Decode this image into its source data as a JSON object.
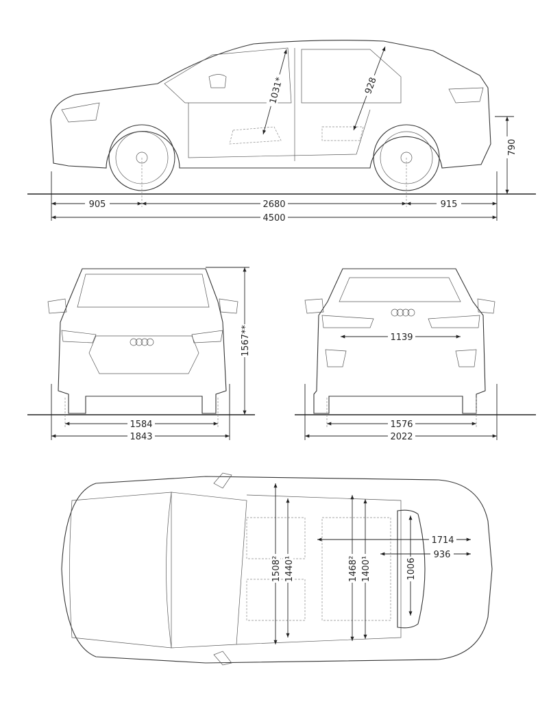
{
  "side_view": {
    "front_overhang": "905",
    "wheelbase": "2680",
    "rear_overhang": "915",
    "length": "4500",
    "load_sill_height": "790",
    "front_headroom": "1031*",
    "rear_headroom": "928"
  },
  "front_view": {
    "height": "1567**",
    "front_track": "1584",
    "width": "1843"
  },
  "rear_view": {
    "tailgate_opening_width": "1139",
    "rear_track": "1576",
    "width_with_mirrors": "2022"
  },
  "top_view": {
    "front_shoulder_width": "1508²",
    "front_elbow_width": "1440¹",
    "rear_shoulder_width": "1468²",
    "rear_elbow_width": "1400¹",
    "trunk_width": "1006",
    "trunk_length_folded": "1714",
    "trunk_length": "936"
  },
  "colors": {
    "line": "#333333",
    "background": "#ffffff"
  }
}
